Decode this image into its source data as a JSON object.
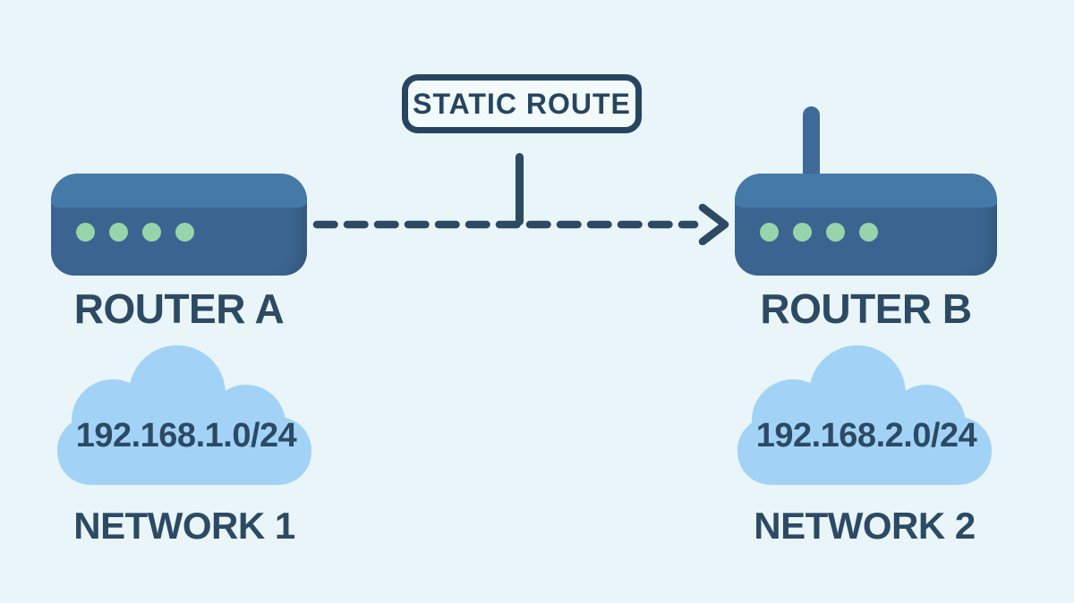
{
  "title_banner": {
    "label": "STATIC ROUTE"
  },
  "devices": {
    "router_a": {
      "label": "ROUTER A",
      "led_count": 4,
      "has_antenna": false
    },
    "router_b": {
      "label": "ROUTER B",
      "led_count": 4,
      "has_antenna": true
    }
  },
  "networks": {
    "network_1": {
      "cidr": "192.168.1.0/24",
      "label": "NETWORK 1"
    },
    "network_2": {
      "cidr": "192.168.2.0/24",
      "label": "NETWORK 2"
    }
  },
  "connection": {
    "style": "dashed-arrow",
    "from": "ROUTER A",
    "to": "ROUTER B"
  },
  "colors": {
    "background": "#e9f5f8",
    "ink": "#2c4a63",
    "router_body": "#3b6590",
    "router_top": "#4579a8",
    "led": "#97d4ab",
    "cloud": "#a2d3f6",
    "banner_fill": "#f3fafc"
  }
}
